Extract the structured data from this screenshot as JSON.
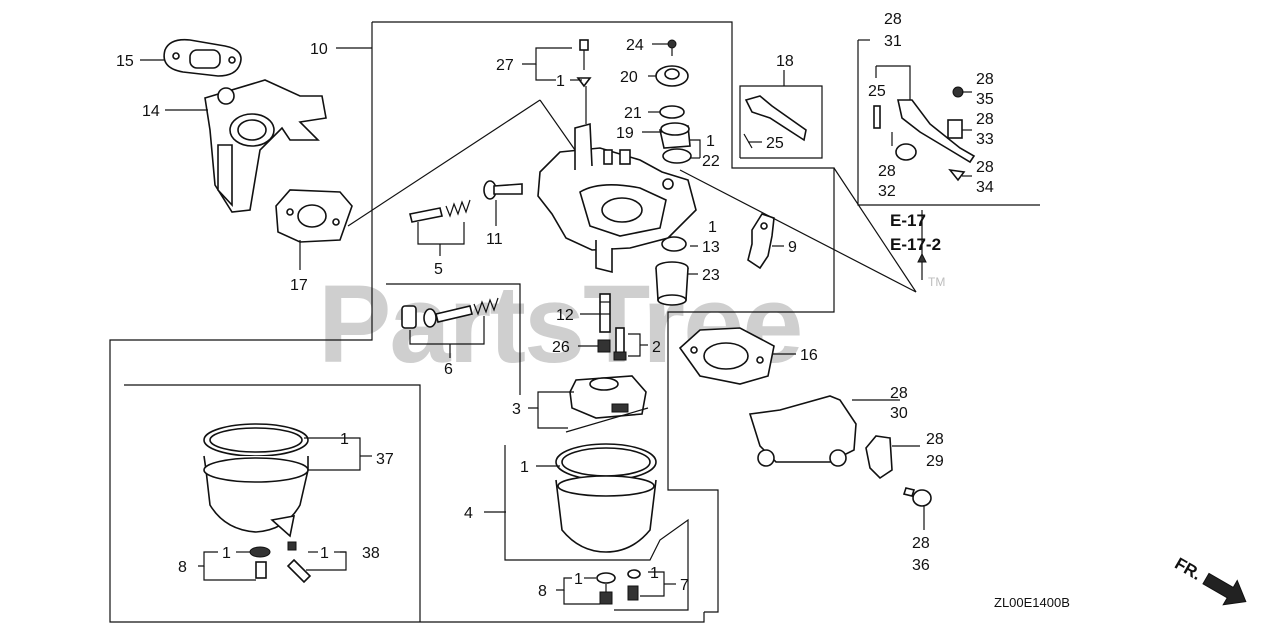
{
  "watermark": {
    "text": "PartsTree",
    "tm": "TM"
  },
  "diagram_code": "ZL00E1400B",
  "direction_label": "FR.",
  "ref_labels": {
    "e17": "E-17",
    "e17_2": "E-17-2"
  },
  "callouts": {
    "c15": "15",
    "c14": "14",
    "c17": "17",
    "c10": "10",
    "c27": "27",
    "c1_27": "1",
    "c24": "24",
    "c20": "20",
    "c21": "21",
    "c19": "19",
    "c1_19": "1",
    "c22": "22",
    "c18": "18",
    "c25a": "25",
    "c28_31a": "28",
    "c28_31b": "31",
    "c25b": "25",
    "c28_35a": "28",
    "c28_35b": "35",
    "c28_33a": "28",
    "c28_33b": "33",
    "c28_32a": "28",
    "c28_32b": "32",
    "c28_34a": "28",
    "c28_34b": "34",
    "c5": "5",
    "c11": "11",
    "c1_13": "1",
    "c13": "13",
    "c9": "9",
    "c23": "23",
    "c6": "6",
    "c12": "12",
    "c26": "26",
    "c2": "2",
    "c16": "16",
    "c28_30a": "28",
    "c28_30b": "30",
    "c28_29a": "28",
    "c28_29b": "29",
    "c28_36a": "28",
    "c28_36b": "36",
    "c3": "3",
    "c4": "4",
    "c1_4": "1",
    "c8b": "8",
    "c1_8b": "1",
    "c1_7": "1",
    "c7": "7",
    "c1_37": "1",
    "c37": "37",
    "c8a": "8",
    "c1_8a": "1",
    "c1_38": "1",
    "c38": "38"
  }
}
